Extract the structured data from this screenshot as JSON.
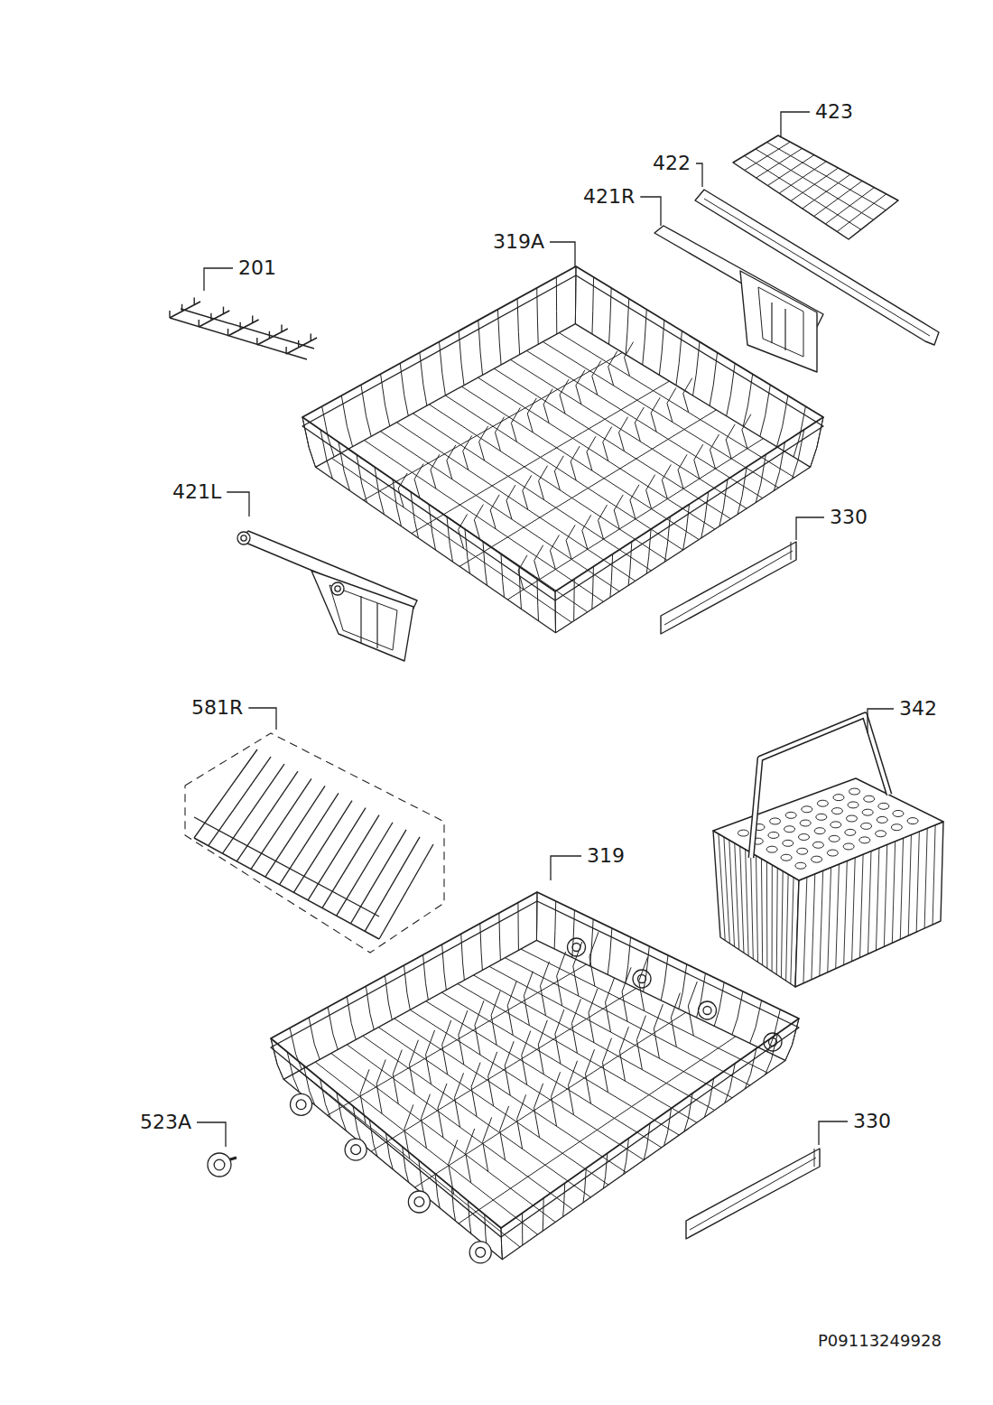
{
  "diagram": {
    "labels": [
      "423",
      "422",
      "421R",
      "319A",
      "201",
      "421L",
      "330",
      "581R",
      "342",
      "319",
      "523A",
      "330",
      "P09113249928"
    ]
  }
}
